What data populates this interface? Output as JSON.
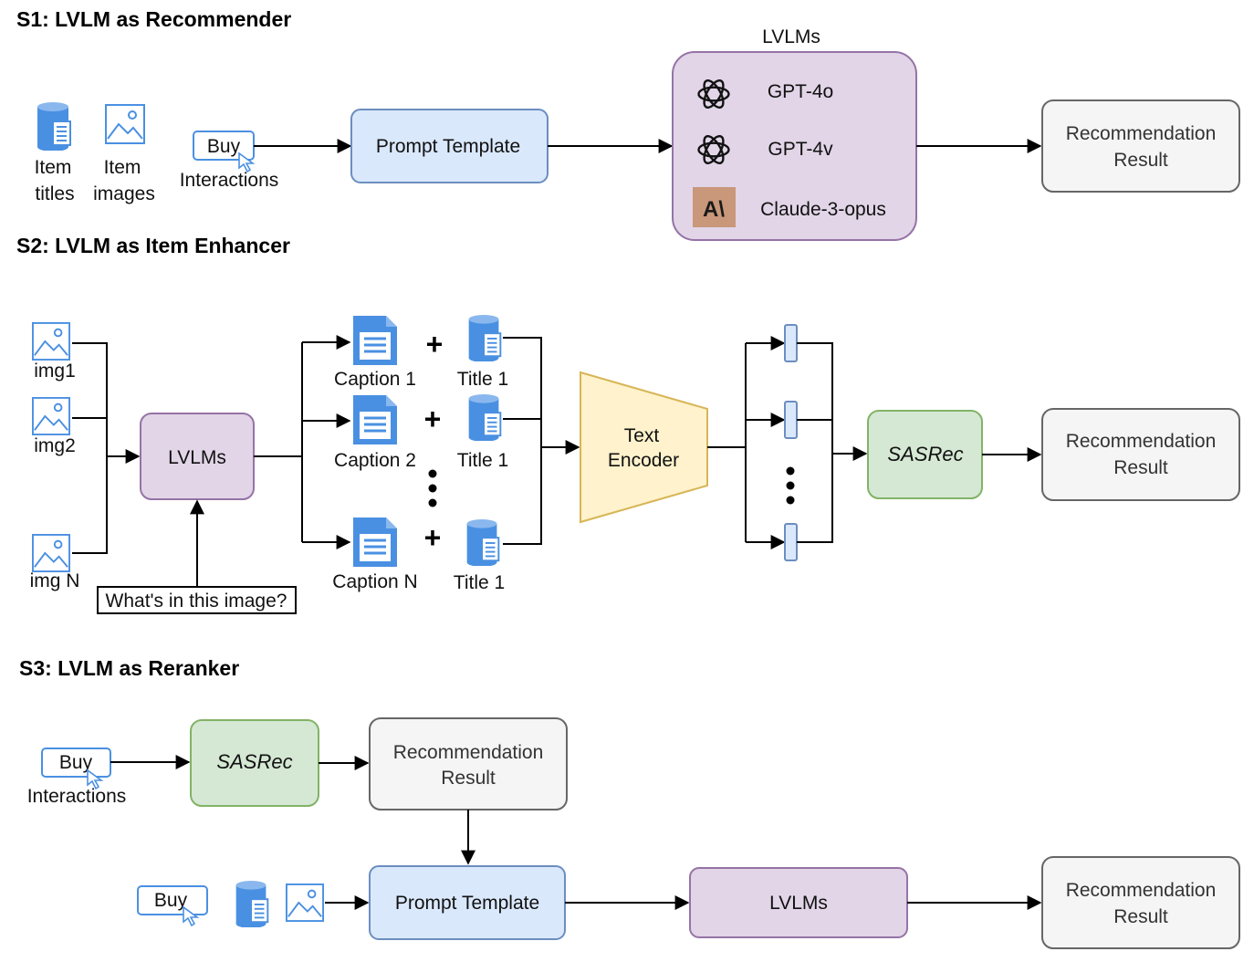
{
  "s1": {
    "heading": "S1: LVLM as Recommender",
    "item_titles": [
      "Item",
      "titles"
    ],
    "item_images": [
      "Item",
      "images"
    ],
    "buy": "Buy",
    "interactions": "Interactions",
    "prompt_template": "Prompt Template",
    "lvlms_group_title": "LVLMs",
    "models": [
      "GPT-4o",
      "GPT-4v",
      "Claude-3-opus"
    ],
    "anthropic_logo_text": "A\\",
    "result": [
      "Recommendation",
      "Result"
    ]
  },
  "s2": {
    "heading": "S2: LVLM as Item Enhancer",
    "images": [
      "img1",
      "img2",
      "img N"
    ],
    "lvlms": "LVLMs",
    "question": "What's in this image?",
    "captions": [
      "Caption 1",
      "Caption 2",
      "Caption N"
    ],
    "plus": "+",
    "titles": [
      "Title 1",
      "Title 1",
      "Title 1"
    ],
    "text_encoder": [
      "Text",
      "Encoder"
    ],
    "sasrec": "SASRec",
    "result": [
      "Recommendation",
      "Result"
    ]
  },
  "s3": {
    "heading": "S3: LVLM as Reranker",
    "buy": "Buy",
    "interactions": "Interactions",
    "sasrec": "SASRec",
    "mid_result": [
      "Recommendation",
      "Result"
    ],
    "buy2": "Buy",
    "prompt_template": "Prompt Template",
    "lvlms": "LVLMs",
    "result": [
      "Recommendation",
      "Result"
    ]
  },
  "colors": {
    "blue_box": "#dae8fc",
    "blue_border": "#6c8ebf",
    "purple_box": "#e1d5e7",
    "purple_border": "#9673a6",
    "green_box": "#d5e8d4",
    "green_border": "#82b366",
    "gray_box": "#f5f5f5",
    "gray_border": "#666666",
    "yellow_box": "#fff2cc",
    "yellow_border": "#d6b656",
    "icon_blue": "#4a90e2",
    "anthropic_bg": "#c9977a"
  }
}
